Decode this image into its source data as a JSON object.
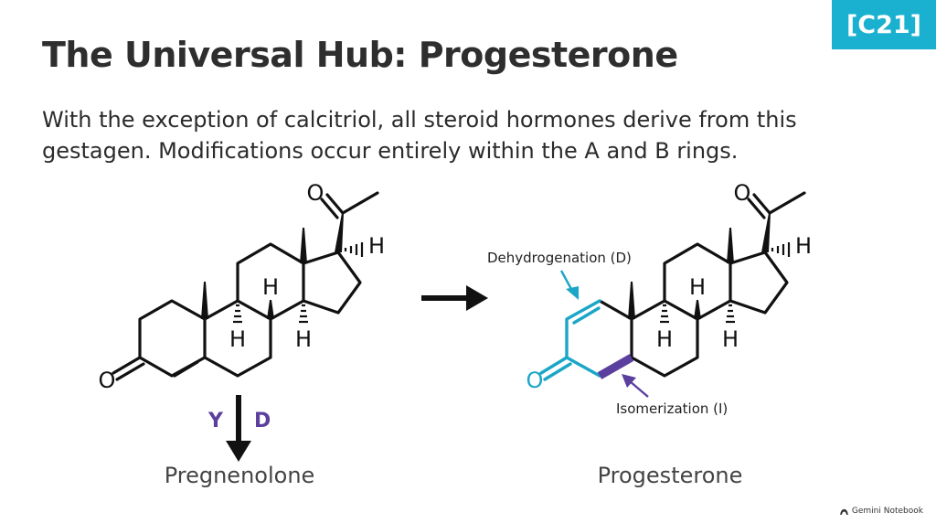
{
  "slide": {
    "badge": "[C21]",
    "title": "The Universal Hub: Progesterone",
    "subtitle_lines": [
      "With the exception of calcitriol, all steroid hormones derive from this",
      "gestagen. Modifications occur entirely within the A and B rings."
    ],
    "footer": "Gemini Notebook"
  },
  "molecule_left": {
    "name": "Pregnenolone",
    "oxygen_ketone": "O",
    "oxygen_ring": "O",
    "h17": "H",
    "h8": "H",
    "h9": "H",
    "h14": "H"
  },
  "molecule_right": {
    "name": "Progesterone",
    "oxygen_ketone": "O",
    "oxygen_ring": "O",
    "h17": "H",
    "h8": "H",
    "h9": "H",
    "h14": "H"
  },
  "conversion": {
    "enzyme_left": "Y",
    "enzyme_right": "D",
    "annotation_dehydrogenation": "Dehydrogenation (D)",
    "annotation_isomerization": "Isomerization (I)"
  },
  "colors": {
    "badge": "#1ab0cf",
    "highlight_cyan": "#1aa6c7",
    "highlight_purple": "#5b3f9e",
    "bond": "#111111"
  }
}
